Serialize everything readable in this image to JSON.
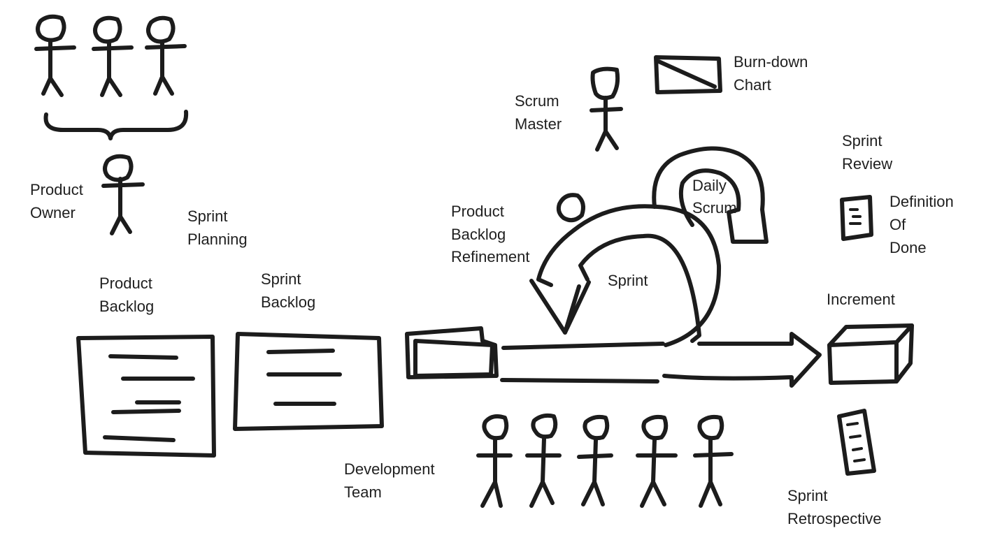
{
  "labels": {
    "product_owner": [
      "Product",
      "Owner"
    ],
    "sprint_planning": [
      "Sprint",
      "Planning"
    ],
    "product_backlog": [
      "Product",
      "Backlog"
    ],
    "sprint_backlog": [
      "Sprint",
      "Backlog"
    ],
    "scrum_master": [
      "Scrum",
      "Master"
    ],
    "burn_down_chart": [
      "Burn-down",
      "Chart"
    ],
    "sprint_review": [
      "Sprint",
      "Review"
    ],
    "daily_scrum": [
      "Daily",
      "Scrum"
    ],
    "definition_of_done": [
      "Definition",
      "Of",
      "Done"
    ],
    "backlog_refinement": [
      "Product",
      "Backlog",
      "Refinement"
    ],
    "sprint": "Sprint",
    "increment": "Increment",
    "development_team": [
      "Development",
      "Team"
    ],
    "sprint_retrospective": [
      "Sprint",
      "Retrospective"
    ]
  },
  "icons": {
    "stakeholders": "stick-figure-icon",
    "owner": "stick-figure-icon",
    "scrum_master": "stick-figure-icon",
    "developers": "stick-figure-icon",
    "brace": "curly-brace-icon",
    "chart": "burn-down-chart-icon",
    "checklist": "document-icon",
    "increment": "box-icon",
    "folder": "folder-icon",
    "loop_arrow": "sprint-cycle-arrow-icon",
    "daily_arrow": "daily-cycle-arrow-icon",
    "forward_arrow": "arrow-right-icon",
    "timer": "timer-dot-icon"
  },
  "colors": {
    "ink": "#1c1c1c",
    "background": "#ffffff"
  }
}
